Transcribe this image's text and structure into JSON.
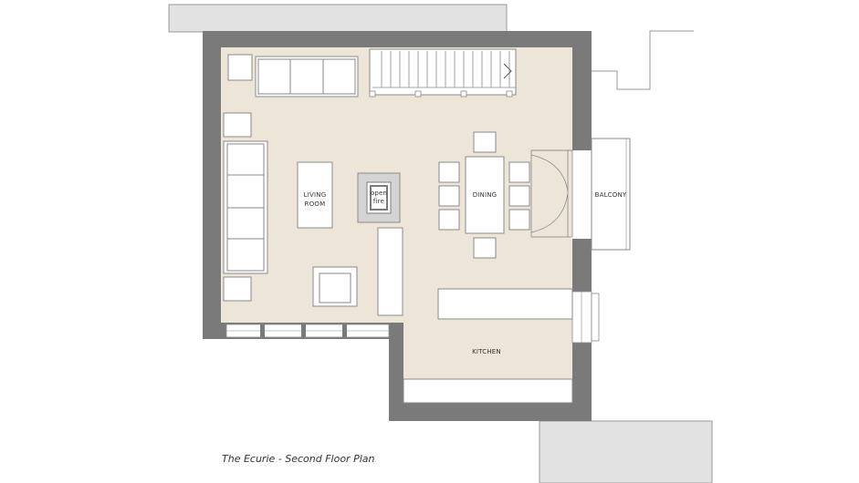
{
  "caption": "The Ecurie - Second Floor Plan",
  "rooms": {
    "living_room": [
      "LIVING",
      "ROOM"
    ],
    "fireplace": [
      "open",
      "fire"
    ],
    "dining": "DINING",
    "balcony": "BALCONY",
    "kitchen": "KITCHEN"
  },
  "colors": {
    "floor": "#ece5d8",
    "wall": "#7a7a7a",
    "neighbour": "#e2e2e2",
    "furniture_stroke": "#8a8a8a"
  }
}
